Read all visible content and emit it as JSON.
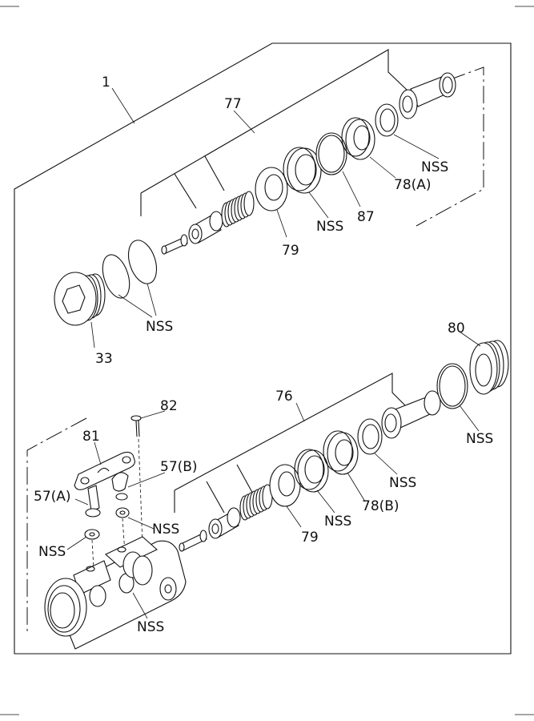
{
  "callouts": {
    "c1": "1",
    "c77": "77",
    "c79a": "79",
    "nss_spring1": "NSS",
    "c87": "87",
    "c78a": "78(A)",
    "nss_top": "NSS",
    "nss_orings1": "NSS",
    "c33": "33",
    "c80": "80",
    "c76": "76",
    "c82": "82",
    "c81": "81",
    "c57b": "57(B)",
    "c57a": "57(A)",
    "nss_washer_b": "NSS",
    "nss_washer_a": "NSS",
    "nss_body": "NSS",
    "c79b": "79",
    "nss_spring2": "NSS",
    "c78b": "78(B)",
    "nss_ring2": "NSS",
    "nss_right": "NSS"
  }
}
